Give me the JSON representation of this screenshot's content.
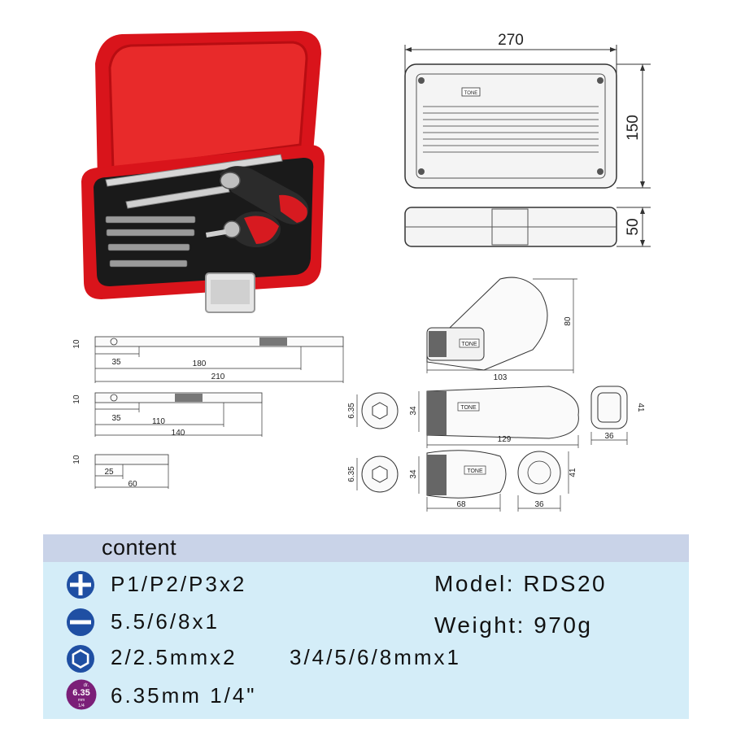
{
  "dimensions": {
    "case_width": "270",
    "case_depth": "150",
    "case_height": "50",
    "bar1": {
      "diameter": "10",
      "grip": "35",
      "a": "180",
      "b": "210"
    },
    "bar2": {
      "diameter": "10",
      "grip": "35",
      "a": "110",
      "b": "140"
    },
    "adapter": {
      "diameter": "10",
      "a": "25",
      "b": "60"
    },
    "ratchet_handle": {
      "length": "103",
      "height": "80",
      "total": "129",
      "width_a": "34",
      "drive_a": "6.35",
      "side_w": "36",
      "side_h": "41"
    },
    "stubby_handle": {
      "length": "68",
      "width": "34",
      "drive": "6.35",
      "side_w": "36",
      "side_h": "41"
    }
  },
  "brand_label": "TONE",
  "contents": {
    "title": "content",
    "rows": [
      {
        "icon": "phillips-icon",
        "text": "P1/P2/P3x2"
      },
      {
        "icon": "slotted-icon",
        "text": "5.5/6/8x1"
      },
      {
        "icon": "hex-icon",
        "text": "2/2.5mmx2",
        "text2": "3/4/5/6/8mmx1"
      },
      {
        "icon": "drive-size-icon",
        "icon_label_top": "dr.",
        "icon_label_mid": "6.35",
        "icon_label_sub": "mm",
        "icon_label_bot": "1/4",
        "text": "6.35mm 1/4\""
      }
    ],
    "model": "Model: RDS20",
    "weight": "Weight: 970g"
  },
  "colors": {
    "accent": "#1f4fa3",
    "header_band": "#c9d3e8",
    "body_band": "#d4edf8",
    "drive_badge": "#7b1f78",
    "case_red": "#e2141b"
  }
}
